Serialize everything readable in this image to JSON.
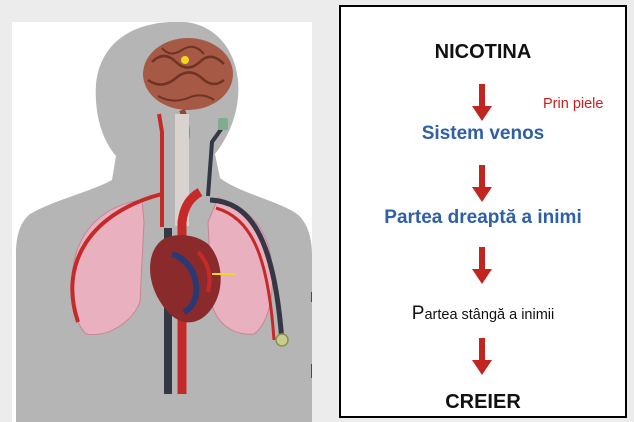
{
  "flow": {
    "title": "NICOTINA",
    "side_note": "Prin piele",
    "step1": "Sistem venos",
    "step2": "Partea dreaptă a inimi",
    "step3_first_letter": "P",
    "step3_rest": "artea stângă a inimii",
    "end": "CREIER"
  },
  "colors": {
    "accent_blue": "#2e5fa8",
    "arrow_red": "#c0261f",
    "note_red": "#d01c1c",
    "artery_red": "#c52a28",
    "vein_dark": "#333844",
    "lung_pink": "#e9b0c0",
    "body_gray": "#b5b5b5"
  },
  "icons": {
    "flow_arrow": "down-arrow-icon",
    "illustration": "human-circulatory-system"
  }
}
